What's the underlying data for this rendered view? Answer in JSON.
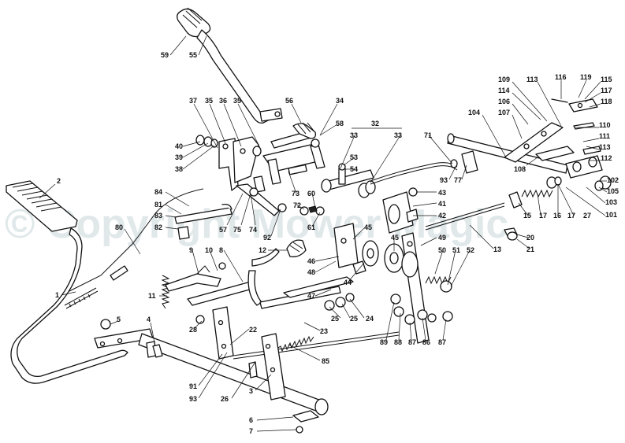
{
  "watermark": "© Copyright Mower Magic",
  "group_bracket_label": "32",
  "callouts": [
    {
      "id": "c59",
      "text": "59"
    },
    {
      "id": "c55",
      "text": "55"
    },
    {
      "id": "c2",
      "text": "2"
    },
    {
      "id": "c80",
      "text": "80"
    },
    {
      "id": "c1",
      "text": "1"
    },
    {
      "id": "c5",
      "text": "5"
    },
    {
      "id": "c4",
      "text": "4"
    },
    {
      "id": "c37",
      "text": "37"
    },
    {
      "id": "c35a",
      "text": "35"
    },
    {
      "id": "c36",
      "text": "36"
    },
    {
      "id": "c35b",
      "text": "35"
    },
    {
      "id": "c56",
      "text": "56"
    },
    {
      "id": "c34",
      "text": "34"
    },
    {
      "id": "c58",
      "text": "58"
    },
    {
      "id": "c40",
      "text": "40"
    },
    {
      "id": "c39",
      "text": "39"
    },
    {
      "id": "c38",
      "text": "38"
    },
    {
      "id": "c84",
      "text": "84"
    },
    {
      "id": "c81",
      "text": "81"
    },
    {
      "id": "c83",
      "text": "83"
    },
    {
      "id": "c82",
      "text": "82"
    },
    {
      "id": "c57",
      "text": "57"
    },
    {
      "id": "c75",
      "text": "75"
    },
    {
      "id": "c74",
      "text": "74"
    },
    {
      "id": "c73",
      "text": "73"
    },
    {
      "id": "c72",
      "text": "72"
    },
    {
      "id": "c92",
      "text": "92"
    },
    {
      "id": "c60",
      "text": "60"
    },
    {
      "id": "c61",
      "text": "61"
    },
    {
      "id": "c33a",
      "text": "33"
    },
    {
      "id": "c53",
      "text": "53"
    },
    {
      "id": "c54",
      "text": "54"
    },
    {
      "id": "c33b",
      "text": "33"
    },
    {
      "id": "c71",
      "text": "71"
    },
    {
      "id": "c93a",
      "text": "93"
    },
    {
      "id": "c77",
      "text": "77"
    },
    {
      "id": "c43",
      "text": "43"
    },
    {
      "id": "c41",
      "text": "41"
    },
    {
      "id": "c42",
      "text": "42"
    },
    {
      "id": "c45a",
      "text": "45"
    },
    {
      "id": "c45b",
      "text": "45"
    },
    {
      "id": "c49",
      "text": "49"
    },
    {
      "id": "c46",
      "text": "46"
    },
    {
      "id": "c48",
      "text": "48"
    },
    {
      "id": "c44",
      "text": "44"
    },
    {
      "id": "c47",
      "text": "47"
    },
    {
      "id": "c50",
      "text": "50"
    },
    {
      "id": "c51",
      "text": "51"
    },
    {
      "id": "c52",
      "text": "52"
    },
    {
      "id": "c9",
      "text": "9"
    },
    {
      "id": "c10",
      "text": "10"
    },
    {
      "id": "c8",
      "text": "8"
    },
    {
      "id": "c12",
      "text": "12"
    },
    {
      "id": "c11",
      "text": "11"
    },
    {
      "id": "c28",
      "text": "28"
    },
    {
      "id": "c22",
      "text": "22"
    },
    {
      "id": "c25a",
      "text": "25"
    },
    {
      "id": "c25b",
      "text": "25"
    },
    {
      "id": "c24",
      "text": "24"
    },
    {
      "id": "c23",
      "text": "23"
    },
    {
      "id": "c89",
      "text": "89"
    },
    {
      "id": "c88",
      "text": "88"
    },
    {
      "id": "c87a",
      "text": "87"
    },
    {
      "id": "c86",
      "text": "86"
    },
    {
      "id": "c87b",
      "text": "87"
    },
    {
      "id": "c85",
      "text": "85"
    },
    {
      "id": "c91",
      "text": "91"
    },
    {
      "id": "c93b",
      "text": "93"
    },
    {
      "id": "c26",
      "text": "26"
    },
    {
      "id": "c3",
      "text": "3"
    },
    {
      "id": "c6",
      "text": "6"
    },
    {
      "id": "c7",
      "text": "7"
    },
    {
      "id": "c104",
      "text": "104"
    },
    {
      "id": "c109",
      "text": "109"
    },
    {
      "id": "c114",
      "text": "114"
    },
    {
      "id": "c106",
      "text": "106"
    },
    {
      "id": "c107",
      "text": "107"
    },
    {
      "id": "c113a",
      "text": "113"
    },
    {
      "id": "c116",
      "text": "116"
    },
    {
      "id": "c119",
      "text": "119"
    },
    {
      "id": "c115",
      "text": "115"
    },
    {
      "id": "c117",
      "text": "117"
    },
    {
      "id": "c118",
      "text": "118"
    },
    {
      "id": "c110",
      "text": "110"
    },
    {
      "id": "c111",
      "text": "111"
    },
    {
      "id": "c113b",
      "text": "113"
    },
    {
      "id": "c112",
      "text": "112"
    },
    {
      "id": "c108",
      "text": "108"
    },
    {
      "id": "c102",
      "text": "102"
    },
    {
      "id": "c105",
      "text": "105"
    },
    {
      "id": "c103",
      "text": "103"
    },
    {
      "id": "c101",
      "text": "101"
    },
    {
      "id": "c15",
      "text": "15"
    },
    {
      "id": "c17a",
      "text": "17"
    },
    {
      "id": "c16",
      "text": "16"
    },
    {
      "id": "c17b",
      "text": "17"
    },
    {
      "id": "c27",
      "text": "27"
    },
    {
      "id": "c20",
      "text": "20"
    },
    {
      "id": "c21",
      "text": "21"
    },
    {
      "id": "c13",
      "text": "13"
    }
  ]
}
